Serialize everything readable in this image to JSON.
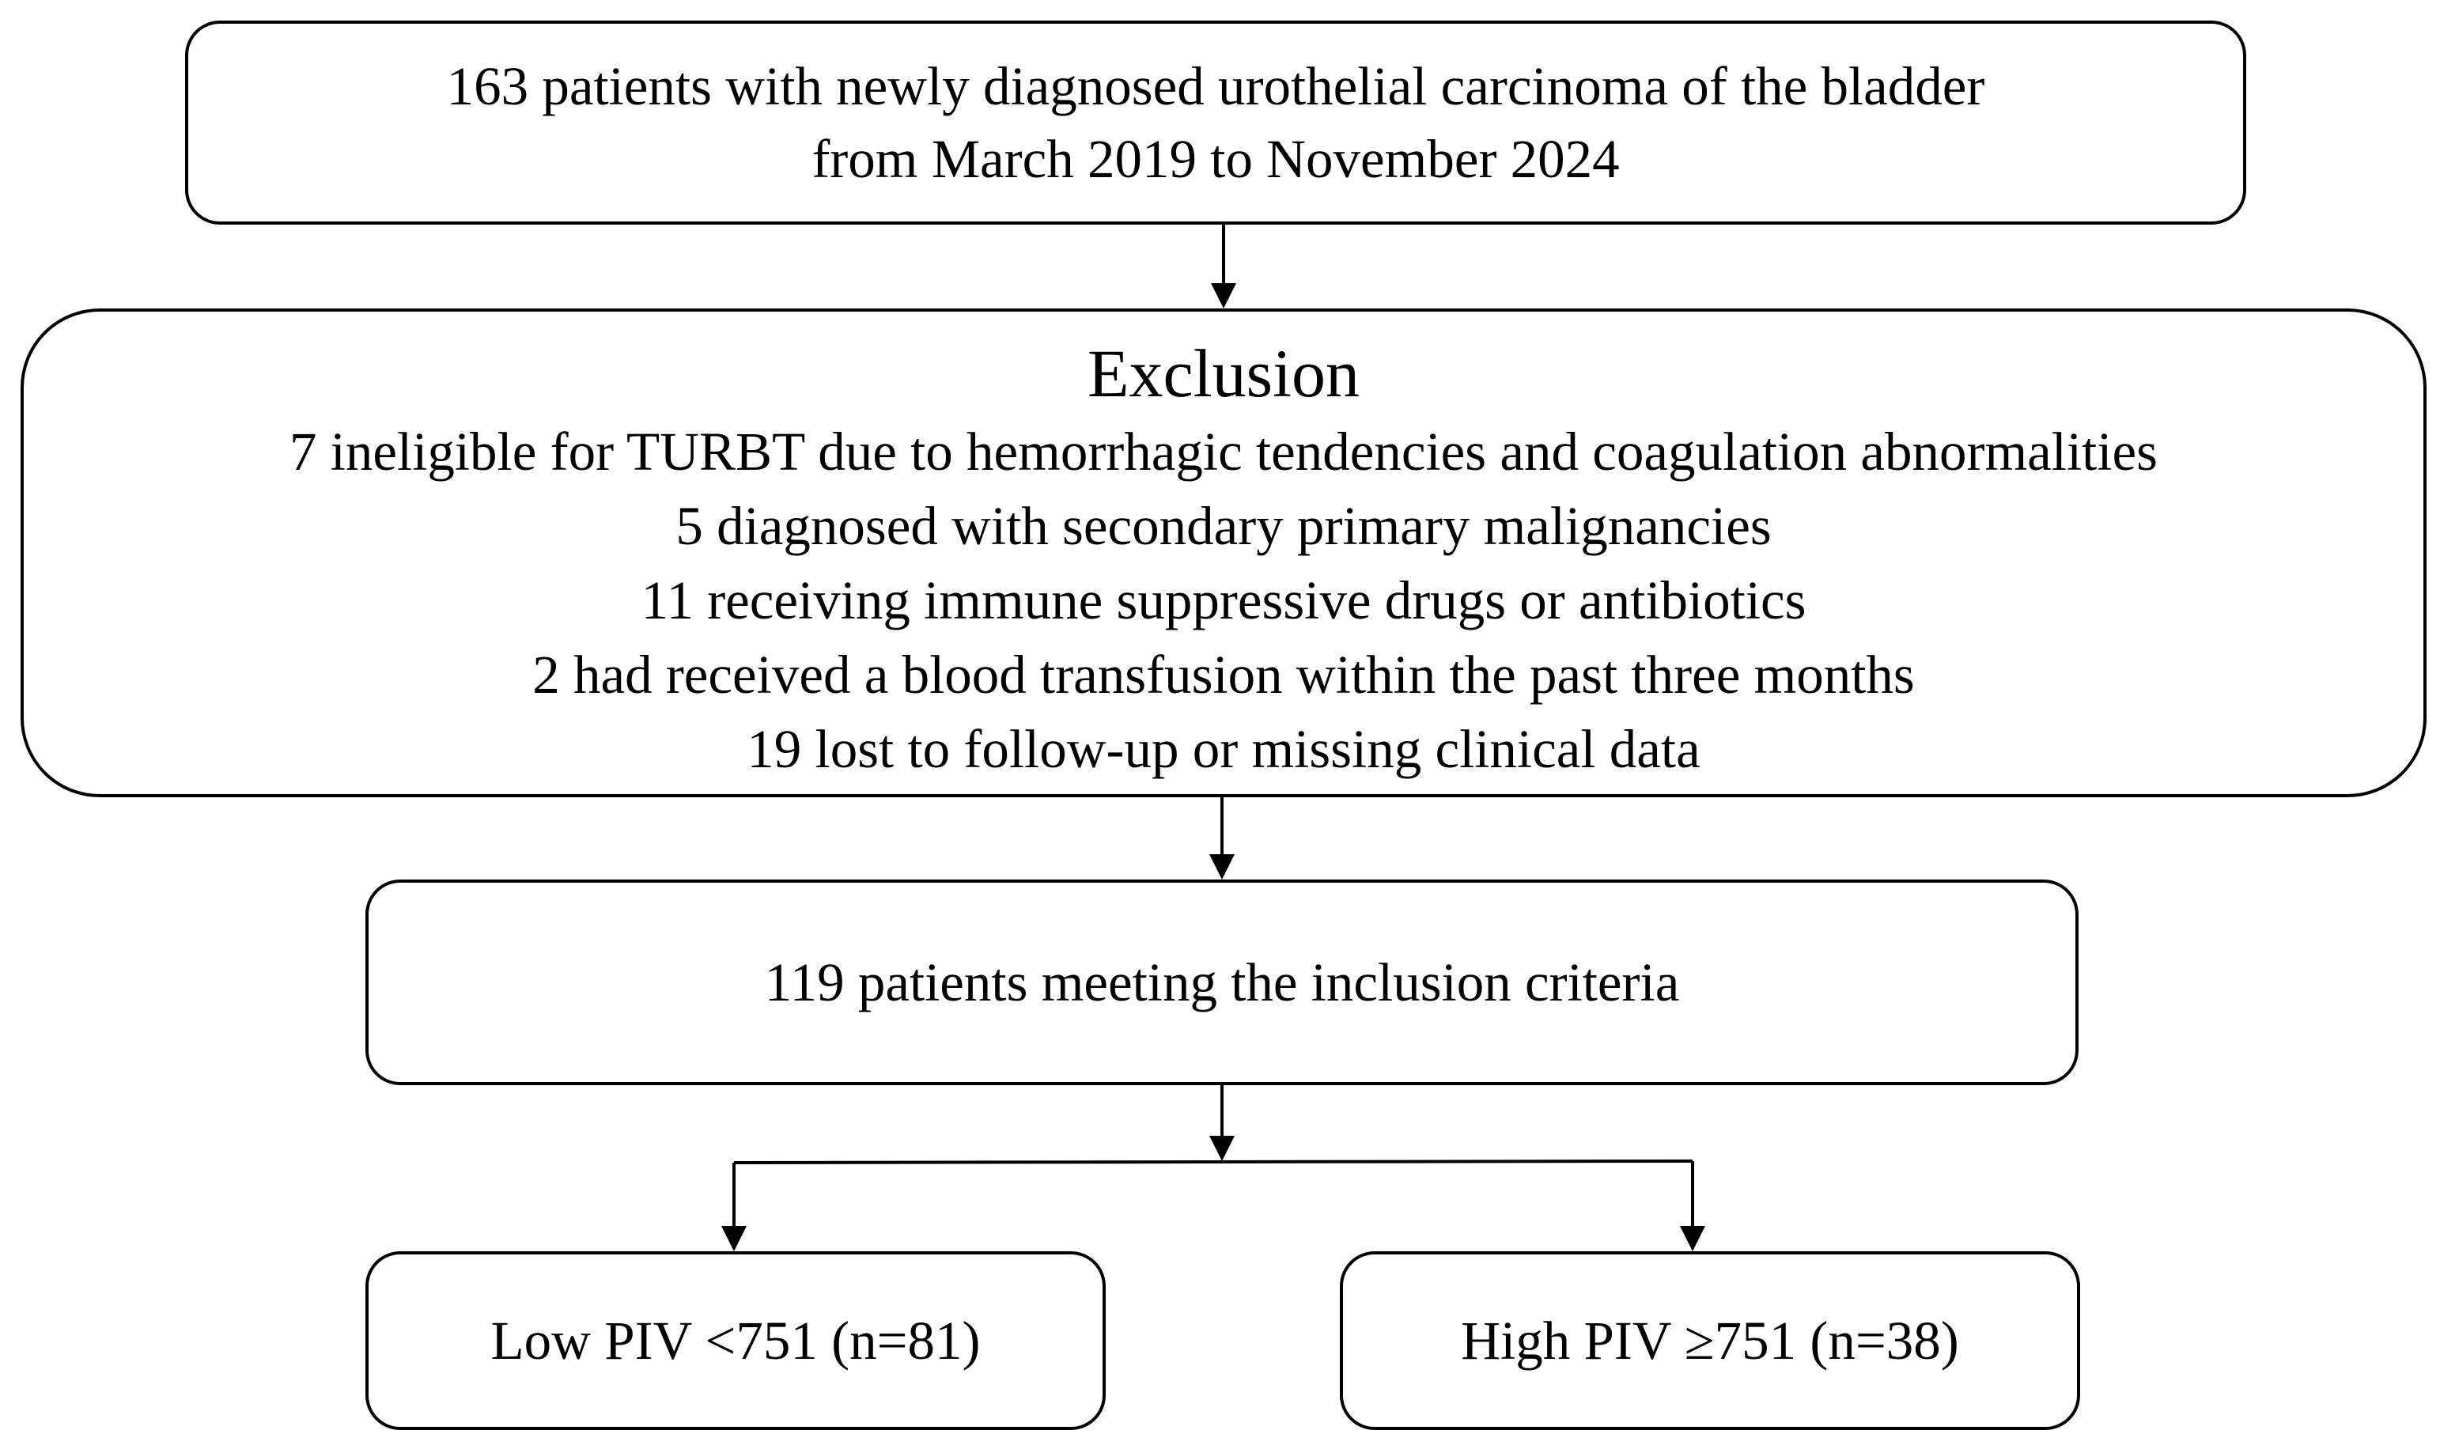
{
  "population_box": {
    "line1": "163 patients with newly diagnosed urothelial carcinoma of the bladder",
    "line2": "from March 2019 to November 2024"
  },
  "exclusion_box": {
    "heading": "Exclusion",
    "reasons": [
      "7 ineligible for TURBT due to hemorrhagic tendencies and coagulation abnormalities",
      "5 diagnosed with secondary primary malignancies",
      "11 receiving immune suppressive drugs or antibiotics",
      "2 had received a blood transfusion within the past three months",
      "19 lost to follow-up or missing clinical data"
    ]
  },
  "included_box": {
    "text": "119 patients meeting the inclusion criteria"
  },
  "groups": {
    "low": "Low PIV <751 (n=81)",
    "high": "High PIV ≥751 (n=38)"
  }
}
